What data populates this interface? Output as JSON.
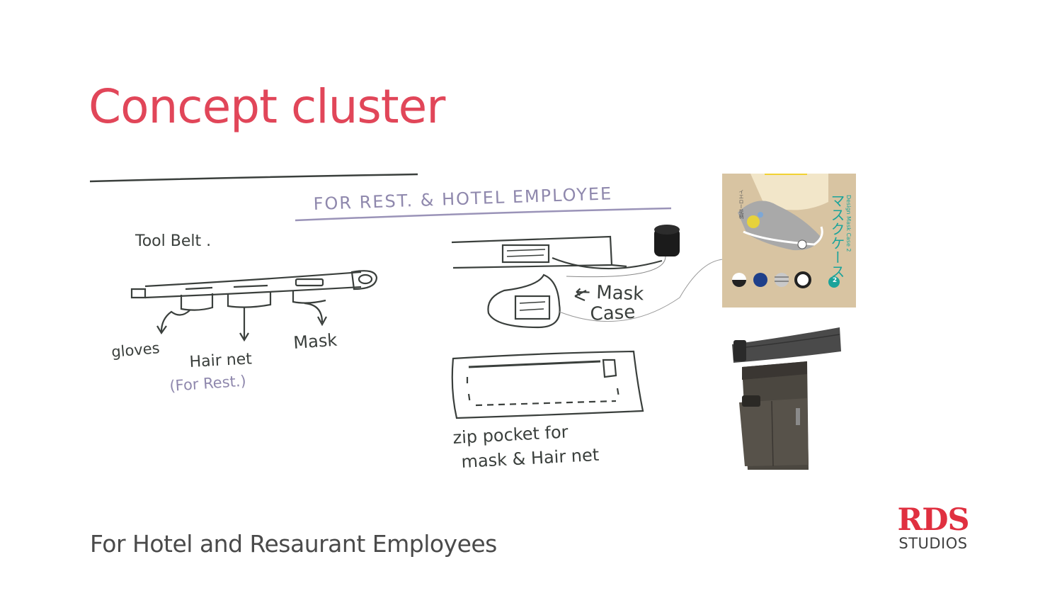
{
  "slide": {
    "title": "Concept cluster",
    "caption": "For Hotel and Resaurant Employees"
  },
  "sketch": {
    "header": "FOR REST. & HOTEL EMPLOYEE",
    "tool_belt_label": "Tool Belt .",
    "gloves_label": "gloves",
    "hairnet_label": "Hair net",
    "hairnet_note": "(For Rest.)",
    "mask_label": "Mask",
    "mask_case_label_1": "← Mask",
    "mask_case_label_2": "Case",
    "zip_label_1": "zip pocket for",
    "zip_label_2": "mask & Hair net"
  },
  "book_cover": {
    "title_jp": "マスクケース",
    "subtitle_en": "Design Mask Case 2",
    "number": "2",
    "side_text": "イエロー花柄"
  },
  "logo": {
    "main": "RDS",
    "sub": "STUDIOS"
  },
  "colors": {
    "title": "#e14659",
    "ink": "#3a3f3c",
    "purple_ink": "#8f88ad",
    "logo_red": "#e03040"
  }
}
